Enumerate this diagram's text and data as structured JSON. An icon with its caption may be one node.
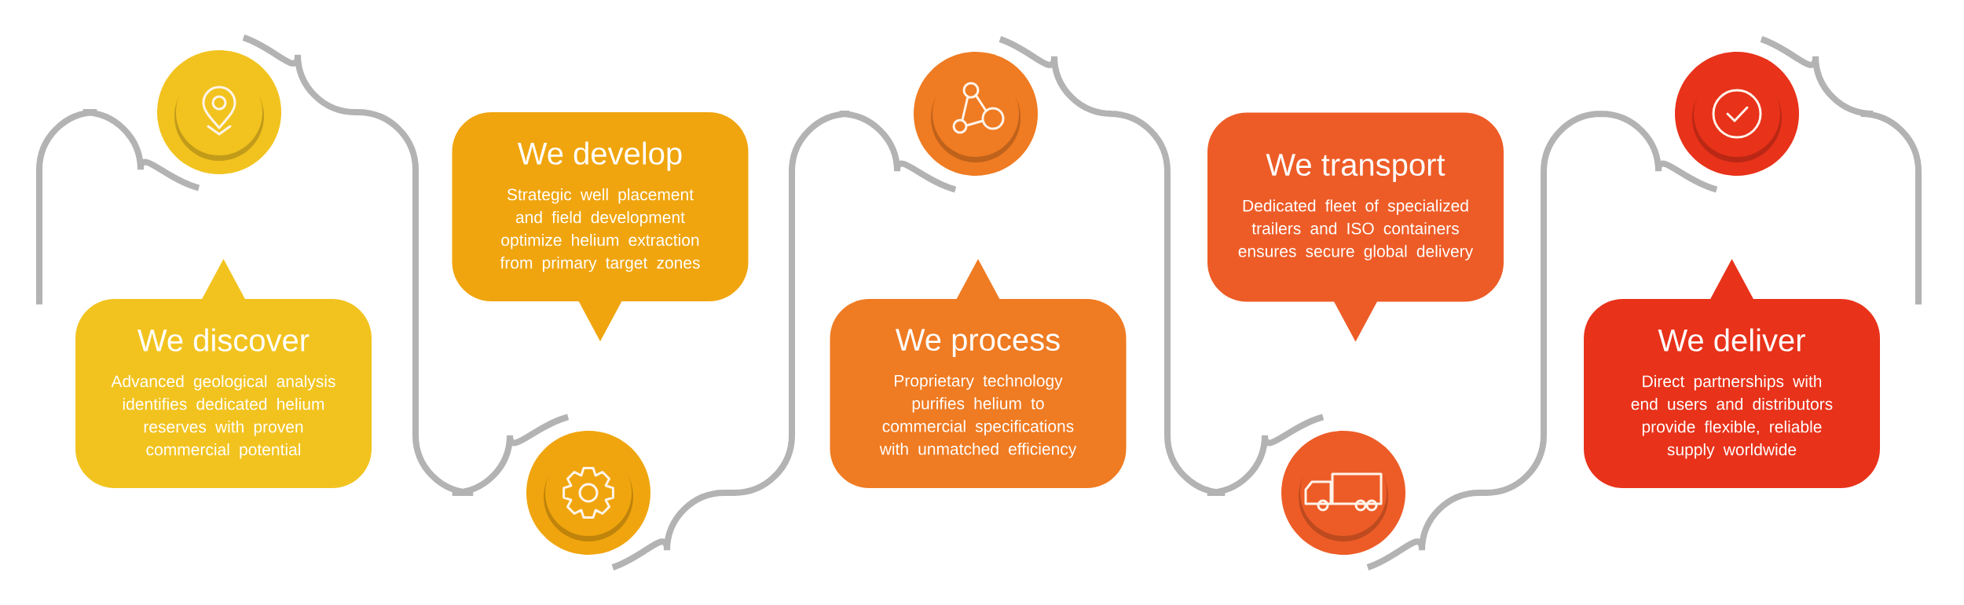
{
  "diagram": {
    "nodes": [
      {
        "text": [],
        "shape": "circle"
      },
      {
        "text": [
          "We discover",
          "Advanced geological analysis identifies dedicated helium reserves with proven commercial potential"
        ]
      },
      {
        "text": [
          "We develop",
          "Strategic well placement and field development optimize helium extraction from primary target zones"
        ]
      },
      {
        "text": [],
        "shape": "circle"
      },
      {
        "text": [],
        "shape": "circle"
      },
      {
        "text": [
          "We process",
          "Proprietary technology purifies helium to commercial specifications with unmatched efficiency"
        ]
      },
      {
        "text": [
          "We transport",
          "Dedicated fleet of specialized trailers and ISO containers ensures secure global delivery"
        ]
      },
      {
        "text": [],
        "shape": "circle"
      },
      {
        "text": [],
        "shape": "circle"
      },
      {
        "text": [
          "We deliver",
          "Direct partnerships with end users and distributors provide flexible, reliable supply worldwide"
        ]
      }
    ],
    "edges": [
      {
        "from": null,
        "to": 0,
        "arrow": "none"
      },
      {
        "from": 0,
        "to": 3,
        "arrow": "none"
      },
      {
        "from": 3,
        "to": 4,
        "arrow": "none"
      },
      {
        "from": 4,
        "to": 7,
        "arrow": "none"
      },
      {
        "from": 7,
        "to": 8,
        "arrow": "none"
      },
      {
        "from": 8,
        "to": null,
        "arrow": "none"
      }
    ]
  }
}
